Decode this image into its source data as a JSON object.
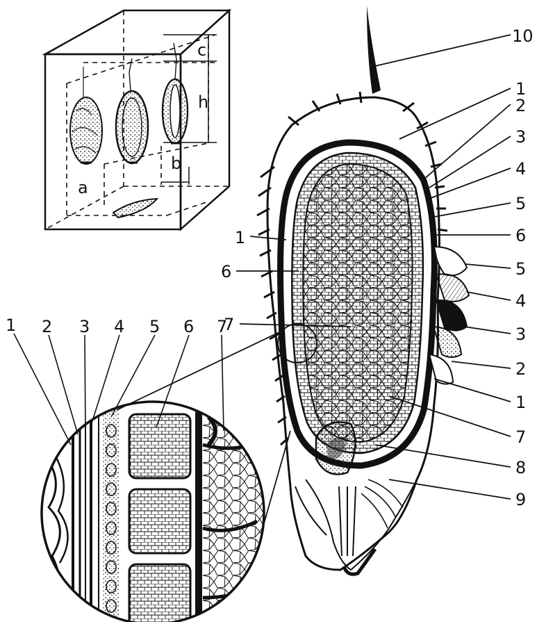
{
  "colors": {
    "ink": "#111111",
    "paper": "#ffffff",
    "shade": "#9a9a9a"
  },
  "inset_box": {
    "labels": {
      "c": "c",
      "h": "h",
      "b": "b",
      "a": "a"
    }
  },
  "main_section": {
    "right_labels": [
      "10",
      "1",
      "2",
      "3",
      "4",
      "5",
      "6",
      "5",
      "4",
      "3",
      "2",
      "1",
      "7",
      "8",
      "9"
    ],
    "left_labels": [
      "1",
      "6",
      "7"
    ]
  },
  "magnified_detail": {
    "top_labels": [
      "1",
      "2",
      "3",
      "4",
      "5",
      "6",
      "7"
    ]
  }
}
